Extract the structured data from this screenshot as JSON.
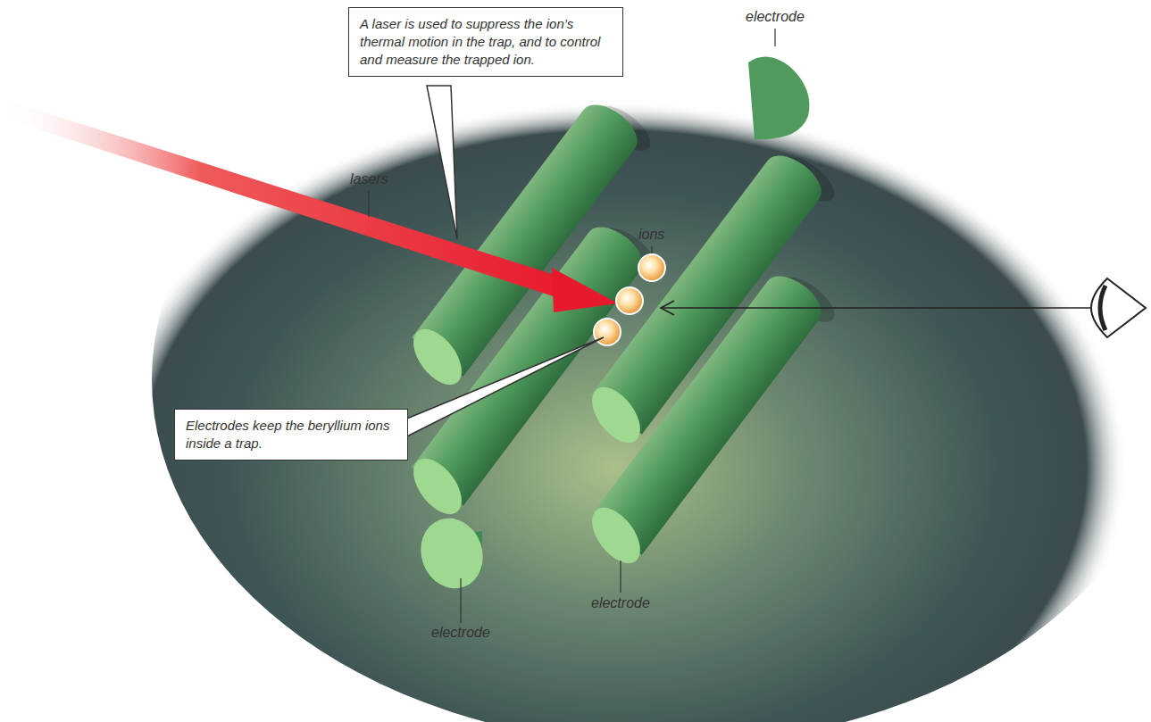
{
  "diagram": {
    "nodes": [
      {
        "text": [
          "A laser is used to suppress the ion’s thermal motion in the trap, and to control and measure the trapped ion."
        ]
      },
      {
        "text": [
          "Electrodes keep the beryllium ions inside a trap."
        ]
      }
    ],
    "labels": [
      "electrode",
      "lasers",
      "ions",
      "electrode",
      "electrode"
    ]
  }
}
